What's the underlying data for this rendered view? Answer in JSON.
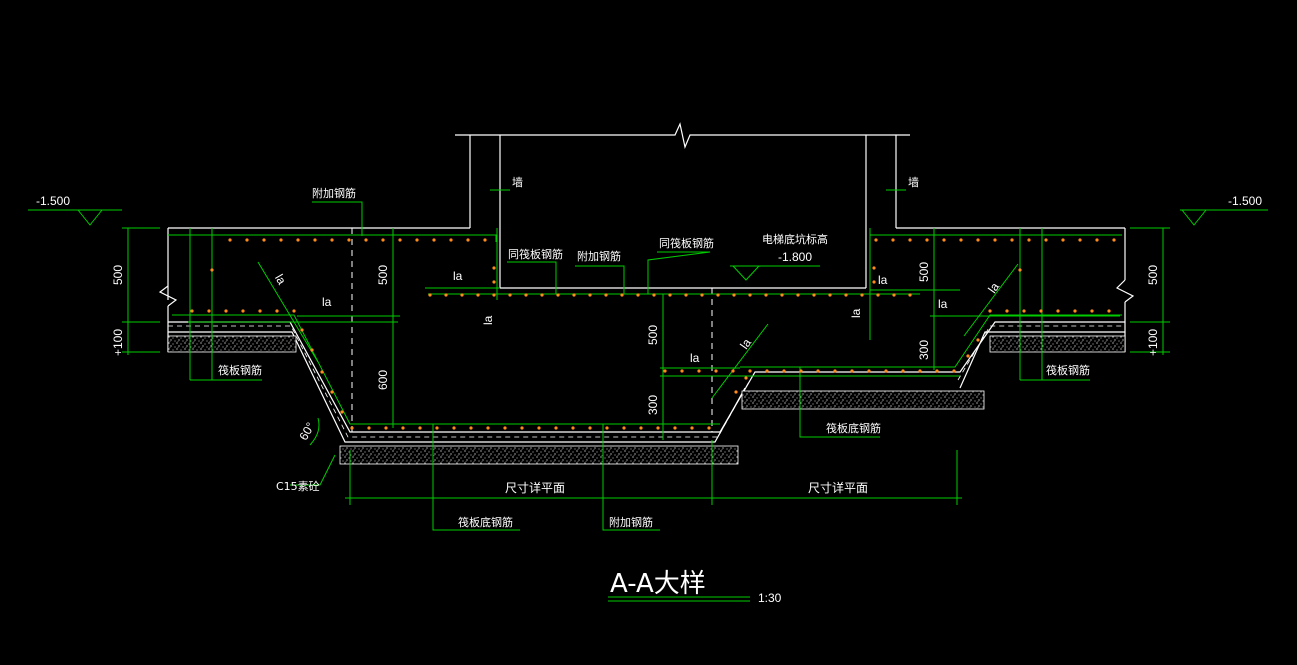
{
  "drawing": {
    "title": "A-A大样",
    "scale": "1:30",
    "colors": {
      "background": "#000000",
      "structure": "#ffffff",
      "dimension": "#00cc00",
      "rebar_dot": "#ff8c1a",
      "hidden_line": "#ffffff"
    }
  },
  "elevations": {
    "left": "-1.500",
    "right": "-1.500",
    "pit_bottom_label": "电梯底坑标高",
    "pit_bottom_value": "-1.800"
  },
  "labels": {
    "wall_left": "墙",
    "wall_right": "墙",
    "additional_rebar_top": "附加钢筋",
    "same_raft_rebar_1": "同筏板钢筋",
    "additional_rebar_mid": "附加钢筋",
    "same_raft_rebar_2": "同筏板钢筋",
    "raft_rebar_left": "筏板钢筋",
    "raft_rebar_right": "筏板钢筋",
    "raft_bottom_rebar_right": "筏板底钢筋",
    "raft_bottom_rebar_bottom": "筏板底钢筋",
    "additional_rebar_bottom": "附加钢筋",
    "concrete": "C15素砼",
    "angle": "60°",
    "span_left": "尺寸详平面",
    "span_right": "尺寸详平面"
  },
  "dimensions": {
    "left_outer_500": "500",
    "left_outer_100": "+100",
    "left_inner_500": "500",
    "left_inner_600": "600",
    "center_500": "500",
    "center_300": "300",
    "right_inner_500": "500",
    "right_inner_300": "300",
    "right_outer_500": "500",
    "right_outer_100": "+100"
  },
  "anchorage": {
    "la_1": "la",
    "la_2": "la",
    "la_3": "la",
    "la_4": "la",
    "la_5": "la",
    "la_6": "la",
    "la_7": "la",
    "la_8": "la",
    "la_9": "la",
    "la_10": "la"
  }
}
